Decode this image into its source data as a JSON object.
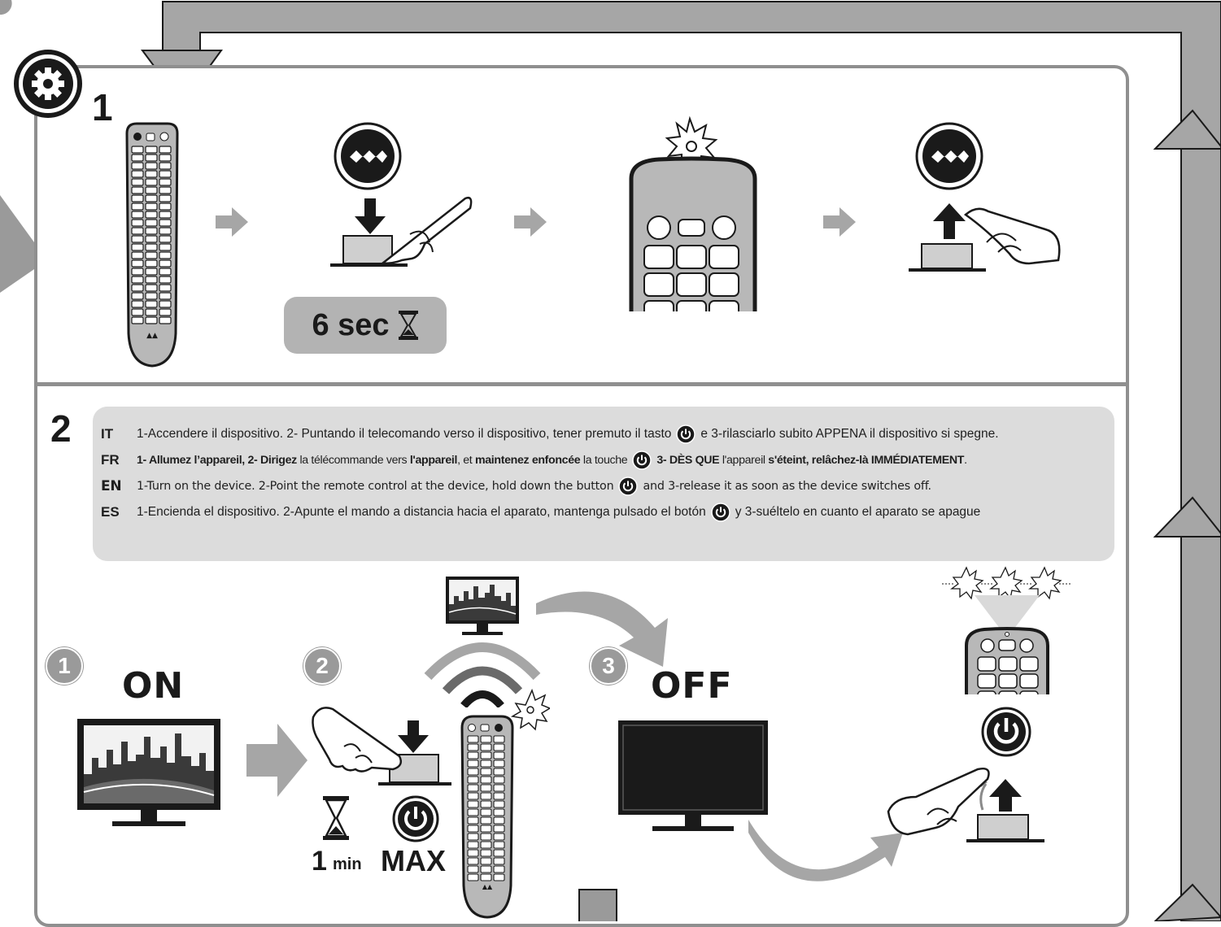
{
  "steps": {
    "step1": "1",
    "step2": "2"
  },
  "timer_step1": {
    "value": "6 sec"
  },
  "instructions": [
    {
      "code": "IT",
      "before": "1-Accendere il dispositivo. 2- Puntando il telecomando verso il dispositivo, tener premuto il tasto",
      "after": "e 3-rilasciarlo subito APPENA il dispositivo si spegne."
    },
    {
      "code": "FR",
      "p1": "1- Allumez l’appareil, 2- Dirigez",
      "p2": " la télécommande vers ",
      "p3": "l'appareil",
      "p4": ", et ",
      "p5": "maintenez enfoncée",
      "p6": " la touche",
      "p7": "3- DÈS QUE",
      "p8": " l'appareil ",
      "p9": "s'éteint, relâchez-là IMMÉDIATEMENT",
      "p10": "."
    },
    {
      "code": "EN",
      "before": "1-Turn on the device. 2-Point the remote control at the device, hold down the button",
      "after": "and 3-release it as soon as the device switches off."
    },
    {
      "code": "ES",
      "before": "1-Encienda el dispositivo. 2-Apunte el mando a distancia hacia el aparato, mantenga pulsado el botón",
      "after": "y 3-suéltelo en cuanto el aparato se apague"
    }
  ],
  "sub_steps": {
    "one": "1",
    "two": "2",
    "three": "3"
  },
  "labels": {
    "on": "ON",
    "off": "OFF",
    "one_min_num": "1",
    "one_min_unit": "min",
    "max": "MAX"
  },
  "colors": {
    "frame_gray": "#8f8f8f",
    "arrow_gray": "#a6a6a6",
    "text_box": "#dcdcdc",
    "dark": "#1a1a1a"
  }
}
